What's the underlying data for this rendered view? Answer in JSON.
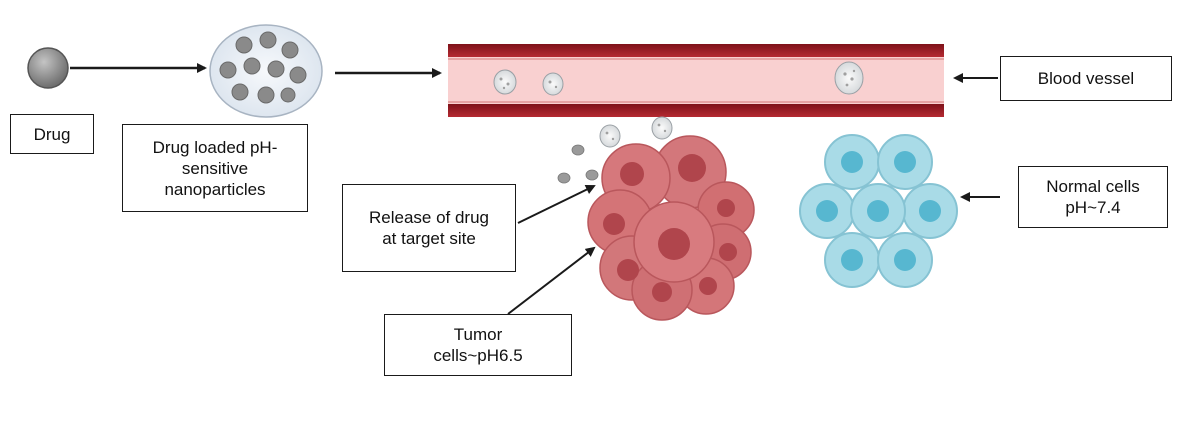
{
  "labels": {
    "drug": "Drug",
    "nanoparticles": "Drug loaded pH-\nsensitive\nnanoparticles",
    "blood_vessel": "Blood vessel",
    "normal_cells": "Normal cells\npH~7.4",
    "release": "Release of drug\nat target site",
    "tumor_cells": "Tumor\ncells~pH6.5"
  },
  "colors": {
    "vessel_wall": "#9c1c24",
    "vessel_lumen": "#f9d0d0",
    "tumor": "#d16f72",
    "tumor_nucleus": "#b0454c",
    "normal_cell": "#a9dbe7",
    "normal_nucleus": "#57b7d0",
    "drug": "#8d8d8d",
    "arrow": "#1a1a1a"
  }
}
